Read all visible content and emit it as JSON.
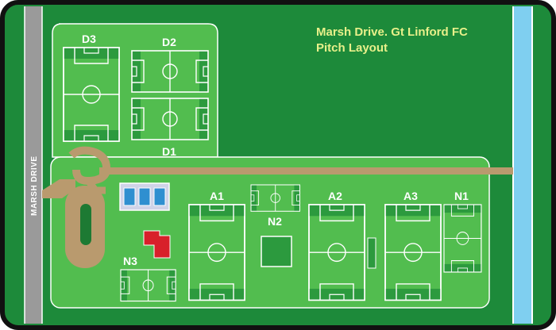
{
  "title": {
    "line1": "Marsh Drive. Gt Linford FC",
    "line2": "Pitch Layout"
  },
  "road_label": "MARSH DRIVE",
  "pitch_labels": {
    "d1": "D1",
    "d2": "D2",
    "d3": "D3",
    "a1": "A1",
    "a2": "A2",
    "a3": "A3",
    "n1": "N1",
    "n2": "N2",
    "n3": "N3"
  },
  "colors": {
    "outer_border": "#111111",
    "background_green": "#1d8a3a",
    "field_green": "#52bd4f",
    "pitch_line": "#ffffff",
    "road_grey": "#9a9a9a",
    "river_blue": "#7fcff0",
    "path_brown": "#b99a6e",
    "building_red": "#d8202a",
    "title_yellow": "#e8f08a"
  }
}
